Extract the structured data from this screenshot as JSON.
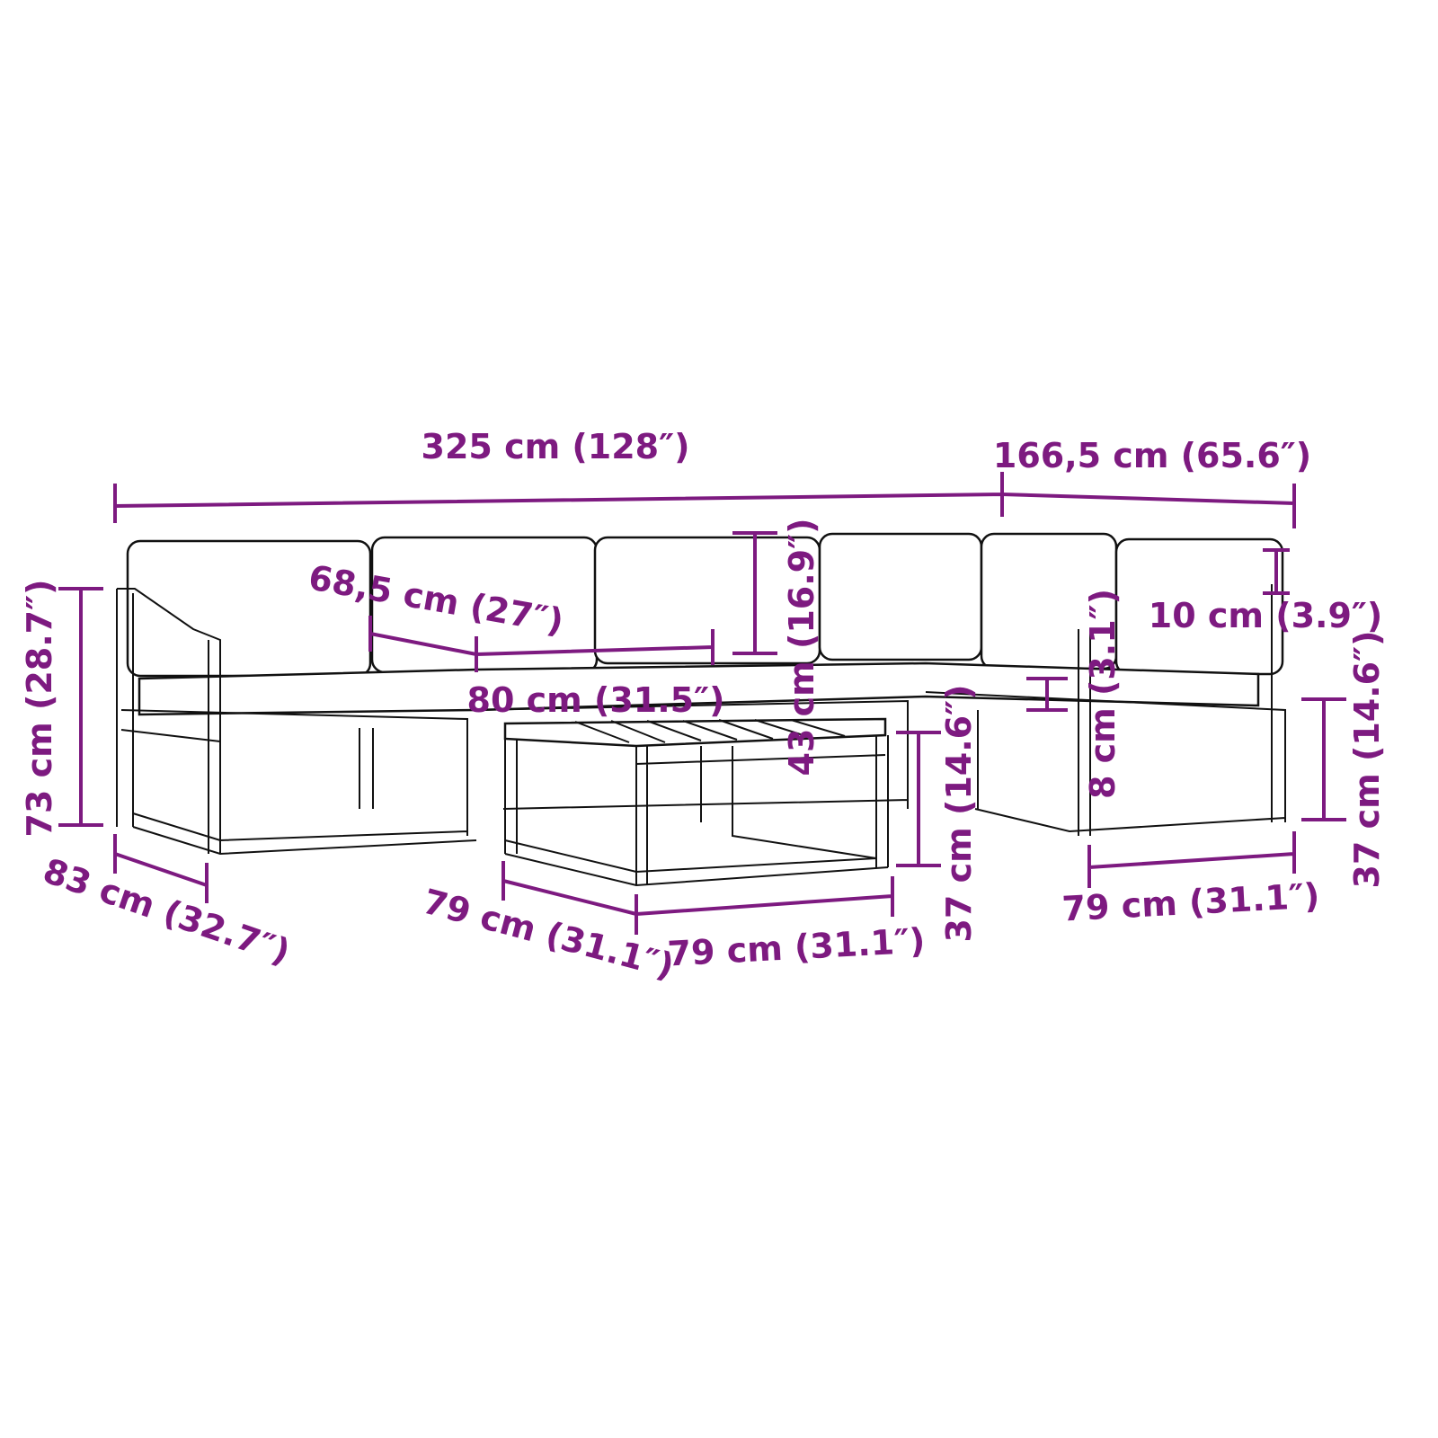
{
  "title": "Garden sofa set dimensions",
  "accent_color": "#7d1a80",
  "dimensions": {
    "total_length": "325 cm (128″)",
    "corner_depth": "166,5 cm (65.6″)",
    "seat_width_side": "68,5 cm (27″)",
    "backrest_height": "43 cm (16.9″)",
    "armrest_width": "10 cm (3.9″)",
    "seat_width_middle": "80 cm (31.5″)",
    "total_height": "73 cm (28.7″)",
    "table_height": "37 cm (14.6″)",
    "cushion_thickness": "8 cm (3.1″)",
    "seat_height": "37 cm (14.6″)",
    "depth": "83 cm (32.7″)",
    "table_depth": "79 cm (31.1″)",
    "table_width": "79 cm (31.1″)",
    "ottoman_width": "79 cm (31.1″)"
  }
}
